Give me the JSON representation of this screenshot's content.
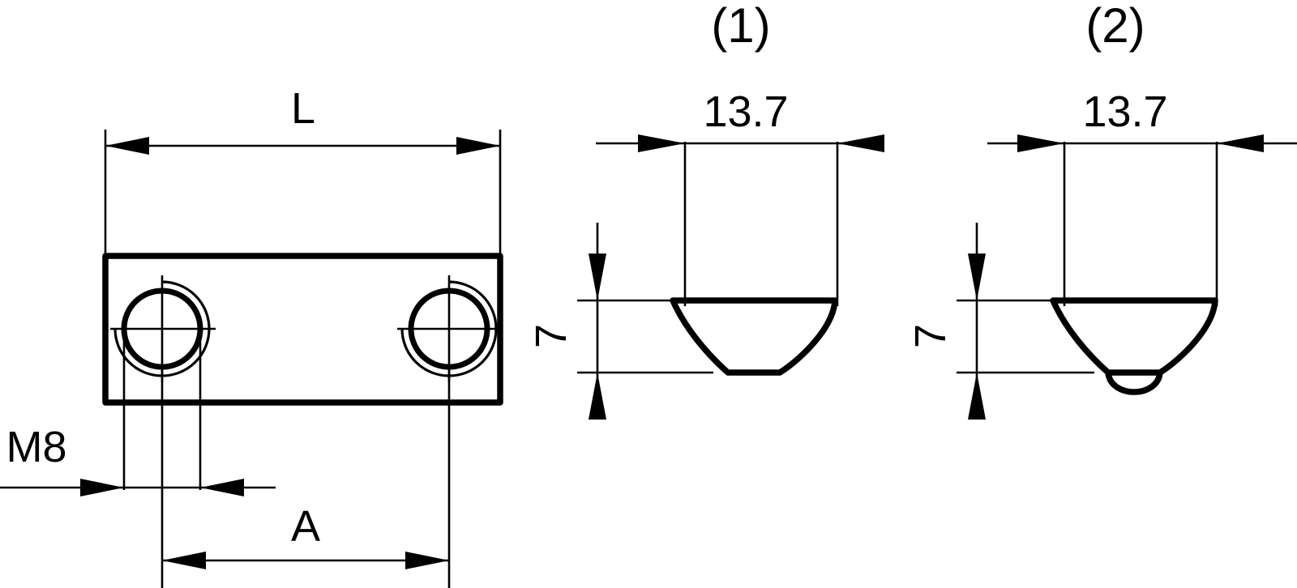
{
  "drawing": {
    "title": "Technical engineering drawing - mounting plate with two M8 threaded holes and two profile section variants",
    "background_color": "#ffffff",
    "line_color": "#000000",
    "views": [
      {
        "id": "plan-view",
        "name": "plate-plan-view",
        "description": "Rectangular mounting plate with two threaded through holes"
      },
      {
        "id": "section-1",
        "name": "profile-section-variant-1",
        "description": "Trapezoidal profile cross-section with flat bottom"
      },
      {
        "id": "section-2",
        "name": "profile-section-variant-2",
        "description": "Trapezoidal profile cross-section with rounded bottom nose"
      }
    ],
    "labels": {
      "variant_1": "(1)",
      "variant_2": "(2)"
    },
    "dimensions": {
      "plate_length": "L",
      "hole_spacing": "A",
      "thread": "M8",
      "profile_width_1": "13.7",
      "profile_width_2": "13.7",
      "profile_height_1": "7",
      "profile_height_2": "7"
    }
  }
}
